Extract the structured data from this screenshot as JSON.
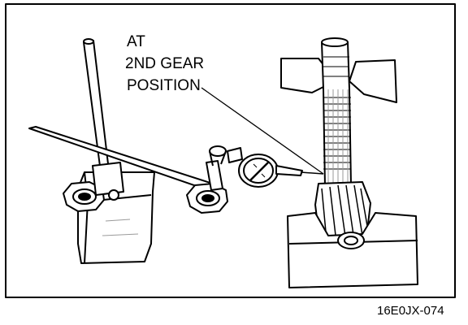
{
  "callout": {
    "line1": "AT",
    "line2": "2ND GEAR",
    "line3": "POSITION"
  },
  "figure_id": "16E0JX-074",
  "colors": {
    "ink": "#000000",
    "paper": "#ffffff",
    "shade": "#9a9a9a"
  }
}
